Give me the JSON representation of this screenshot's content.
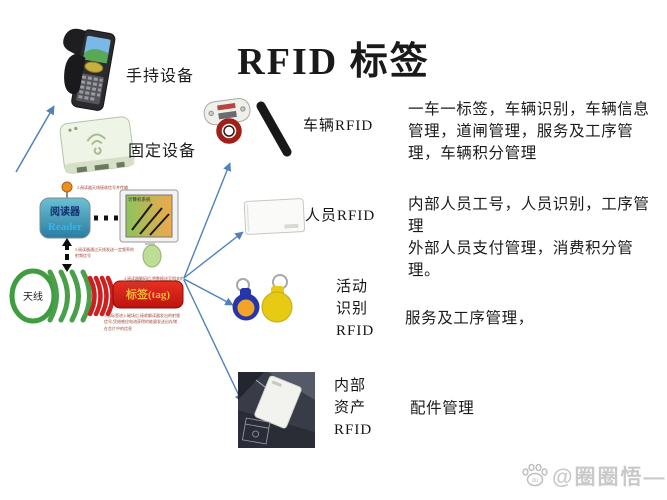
{
  "title": "RFID 标签",
  "devices": {
    "handheld_label": "手持设备",
    "fixed_label": "固定设备"
  },
  "reader_diagram": {
    "reader_cn": "阅读器",
    "reader_en": "Reader",
    "computer_label": "计算机系统",
    "antenna_label": "天线",
    "tag_label": "标签(tag)",
    "note1": "1.当标签进入磁场后,接收解读器发出的射频信号,凭借感应电流获得的能量发送出存储在芯片中的信息",
    "note2": "2.阅读器天线接收信号并传输",
    "note3": "3.阅读器通过天线发送一定频率的射频信号",
    "note4": "4.阅读器解码后,将数据送至相关的上层处理系统"
  },
  "rfid_rows": [
    {
      "label": "车辆RFID",
      "description": "一车一标签，车辆识别，车辆信息管理，道闸管理，服务及工序管理，车辆积分管理"
    },
    {
      "label": "人员RFID",
      "description": "内部人员工号，人员识别，工序管理\n外部人员支付管理，消费积分管理。"
    },
    {
      "label": "活动\n识别\nRFID",
      "description": "服务及工序管理，"
    },
    {
      "label": "内部\n资产\nRFID",
      "description": "配件管理"
    }
  ],
  "watermark": "@圈圈悟—",
  "icons": {
    "watermark_icon": "baidu-paw-icon",
    "left_images": [
      "handheld-scanner-image",
      "fixed-reader-image"
    ],
    "row_images": [
      "vehicle-tag-image",
      "id-card-image",
      "keyfob-image",
      "asset-photo-image"
    ]
  },
  "colors": {
    "arrow_accent": "#4f81bd",
    "tag_red": "#d42015",
    "antenna_green": "#3f9c3f",
    "wave_red": "#cc2020",
    "reader_teal": "#3a93b8",
    "fob_blue": "#2636a8",
    "fob_yellow": "#e6ca14",
    "watermark_gray": "#c9c9c9"
  }
}
